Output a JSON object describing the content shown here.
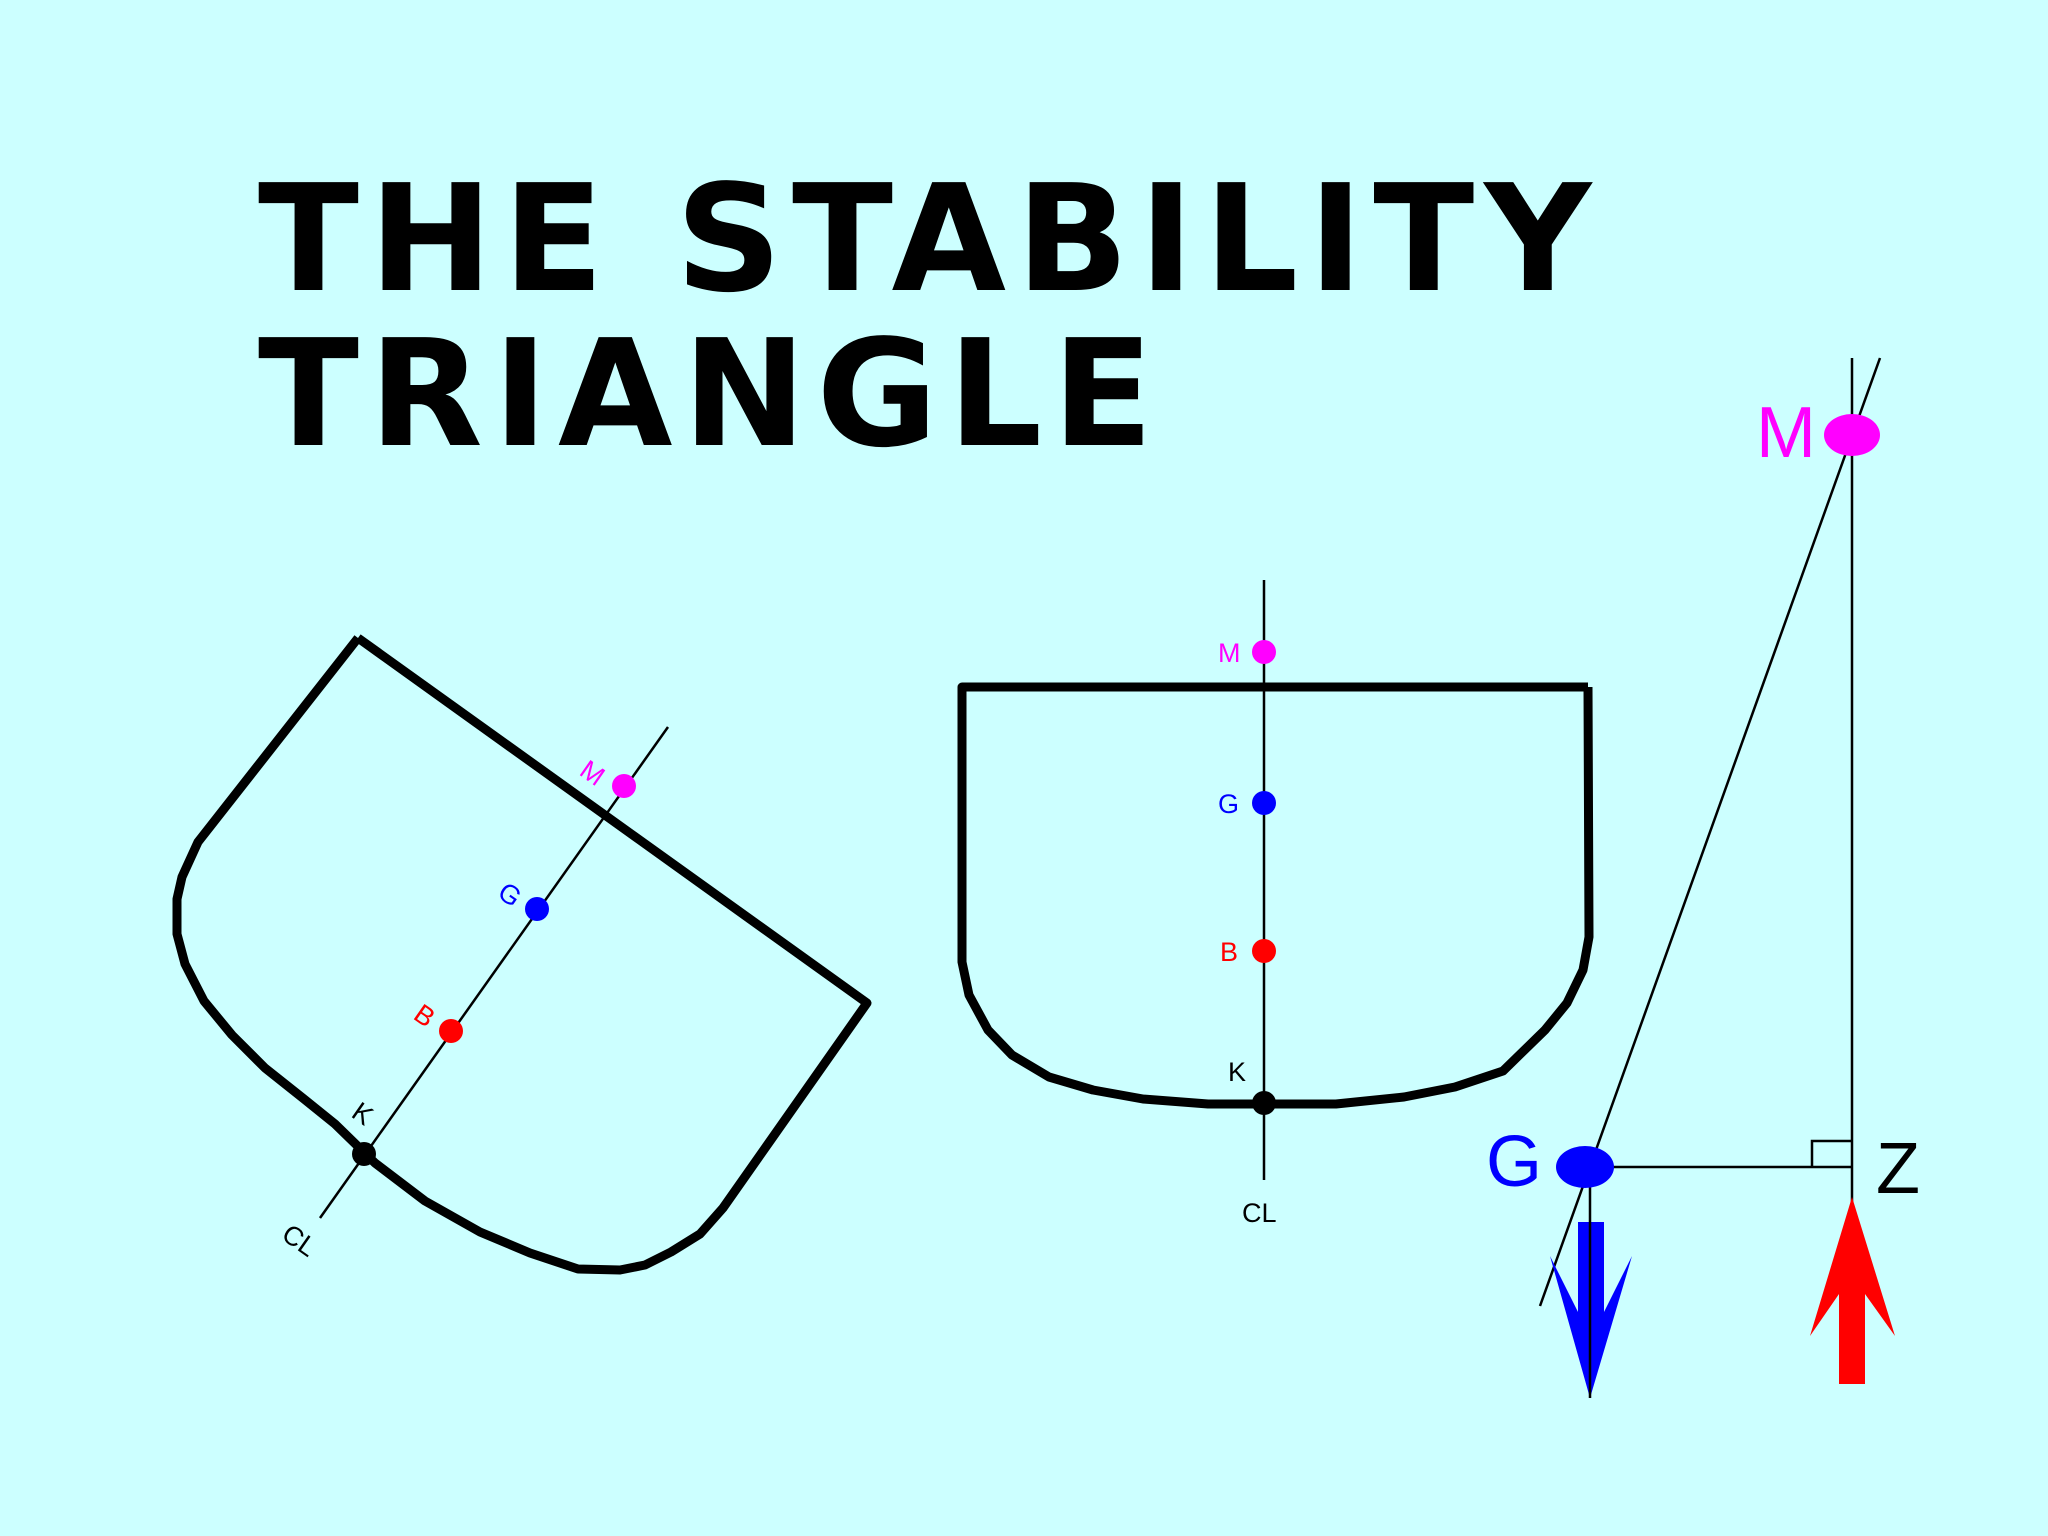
{
  "title": {
    "line1": "THE STABILITY",
    "line2": "TRIANGLE"
  },
  "colors": {
    "background": "#ccffff",
    "ink": "#000000",
    "metacentre": "#ff00ff",
    "gravity": "#0000ff",
    "buoyancy": "#ff0000"
  },
  "heeled_section": {
    "labels": {
      "m": "M",
      "g": "G",
      "b": "B",
      "k": "K",
      "cl": "CL"
    }
  },
  "upright_section": {
    "labels": {
      "m": "M",
      "g": "G",
      "b": "B",
      "k": "K",
      "cl": "CL"
    }
  },
  "triangle": {
    "labels": {
      "m": "M",
      "g": "G",
      "z": "Z"
    }
  }
}
